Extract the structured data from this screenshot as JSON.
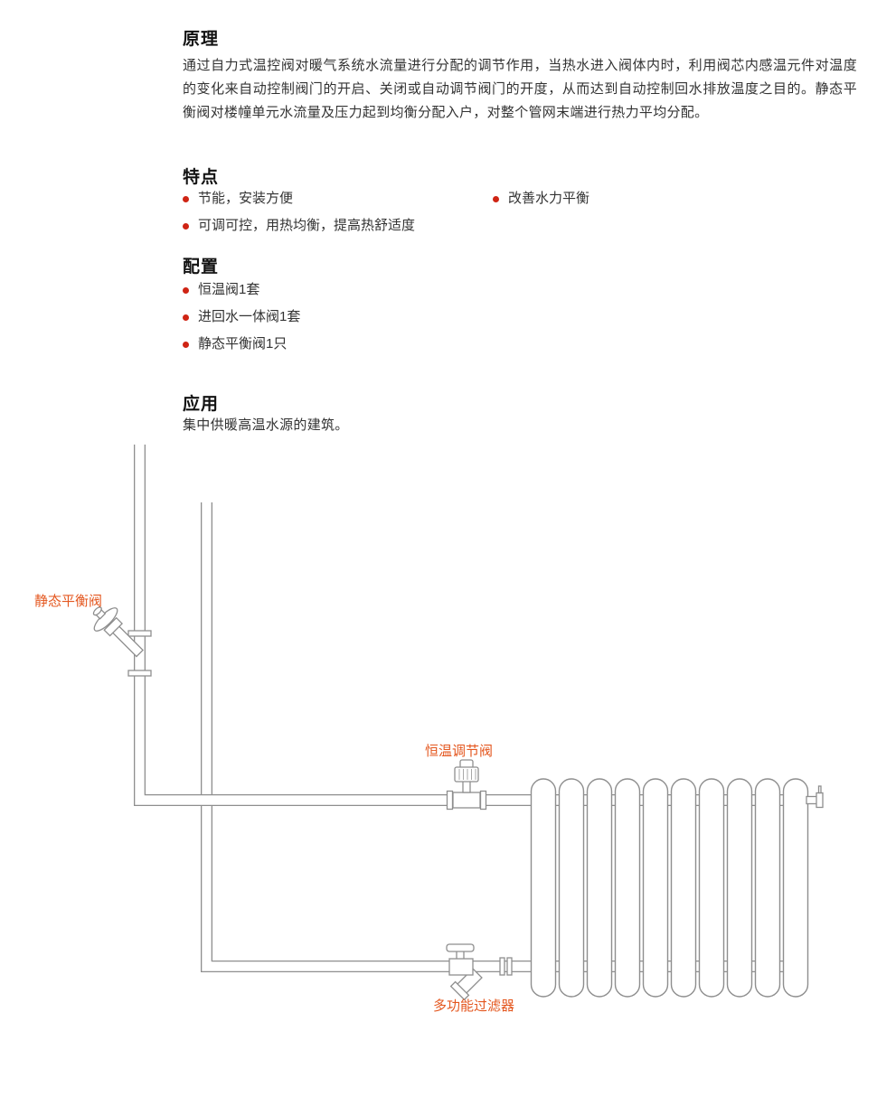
{
  "colors": {
    "bullet": "#cf2414",
    "accent_label": "#e4571f",
    "heading": "#121212",
    "body_text": "#333333",
    "diagram_line": "#8e8e8e"
  },
  "sections": {
    "principle": {
      "heading": "原理",
      "body": "通过自力式温控阀对暖气系统水流量进行分配的调节作用，当热水进入阀体内时，利用阀芯内感温元件对温度的变化来自动控制阀门的开启、关闭或自动调节阀门的开度，从而达到自动控制回水排放温度之目的。静态平衡阀对楼幢单元水流量及压力起到均衡分配入户，对整个管网末端进行热力平均分配。"
    },
    "features": {
      "heading": "特点",
      "left_items": [
        "节能，安装方便",
        "可调可控，用热均衡，提高热舒适度"
      ],
      "right_items": [
        "改善水力平衡"
      ]
    },
    "configuration": {
      "heading": "配置",
      "items": [
        "恒温阀1套",
        "进回水一体阀1套",
        "静态平衡阀1只"
      ]
    },
    "application": {
      "heading": "应用",
      "body": "集中供暖高温水源的建筑。"
    }
  },
  "diagram": {
    "labels": {
      "static_balancing_valve": "静态平衡阀",
      "thermostatic_regulating_valve": "恒温调节阀",
      "multifunction_filter": "多功能过滤器"
    }
  }
}
